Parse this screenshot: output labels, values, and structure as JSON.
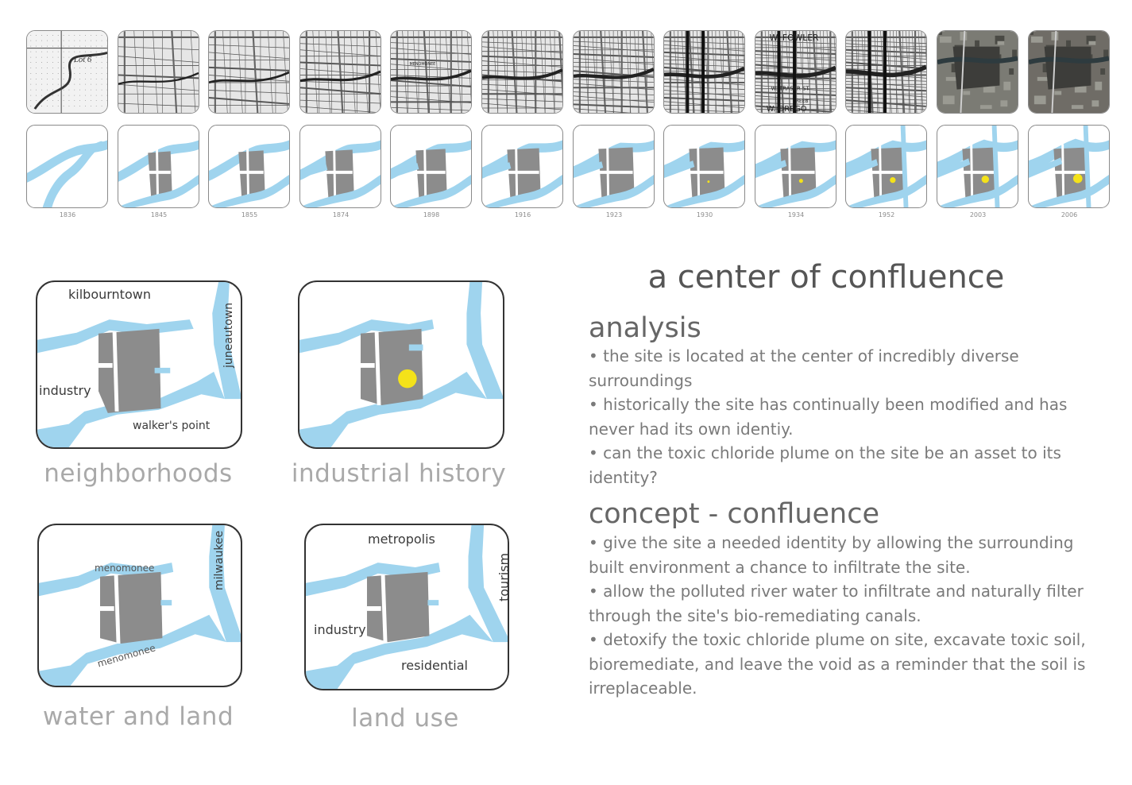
{
  "timeline": {
    "years": [
      "1836",
      "1845",
      "1855",
      "1874",
      "1898",
      "1916",
      "1923",
      "1930",
      "1934",
      "1952",
      "2003",
      "2006"
    ],
    "map_tile_text": {
      "lot": "Lot 6",
      "fowler": "W. FOWLER",
      "fraser": "W. TRASER ST.",
      "oregon": "W. OREGO",
      "menomonee": "MENOMONEE",
      "reeb": "REEB"
    }
  },
  "panels": {
    "neighborhoods": {
      "caption": "neighborhoods",
      "labels": {
        "north": "kilbourntown",
        "east": "juneautown",
        "west": "industry",
        "south": "walker's point"
      }
    },
    "industrial_history": {
      "caption": "industrial history"
    },
    "water_and_land": {
      "caption": "water and land",
      "labels": {
        "upper_river": "menomonee",
        "lower_river": "menomonee",
        "east": "milwaukee"
      }
    },
    "land_use": {
      "caption": "land use",
      "labels": {
        "north": "metropolis",
        "east": "tourism",
        "west": "industry",
        "south": "residential"
      }
    }
  },
  "text": {
    "title": "a center of confluence",
    "analysis": {
      "heading": "analysis",
      "bullets": [
        "• the site is located at the center of incredibly diverse surroundings",
        "• historically the site has continually been modified and has never had its own identiy.",
        "• can the toxic chloride plume on the site be an asset to its identity?"
      ]
    },
    "concept": {
      "heading": "concept - confluence",
      "bullets": [
        "• give the site a needed identity by allowing the surrounding built environment a chance to infiltrate the site.",
        "• allow the polluted river water to infiltrate and naturally filter through the site's bio-remediating canals.",
        "• detoxify the toxic chloride plume on site, excavate toxic soil, bioremediate, and leave the void as a reminder that the soil is irreplaceable."
      ]
    }
  },
  "colors": {
    "water": "#9fd4ee",
    "site": "#8c8c8c",
    "plume": "#f4e21a",
    "caption": "#a9a9a9"
  }
}
